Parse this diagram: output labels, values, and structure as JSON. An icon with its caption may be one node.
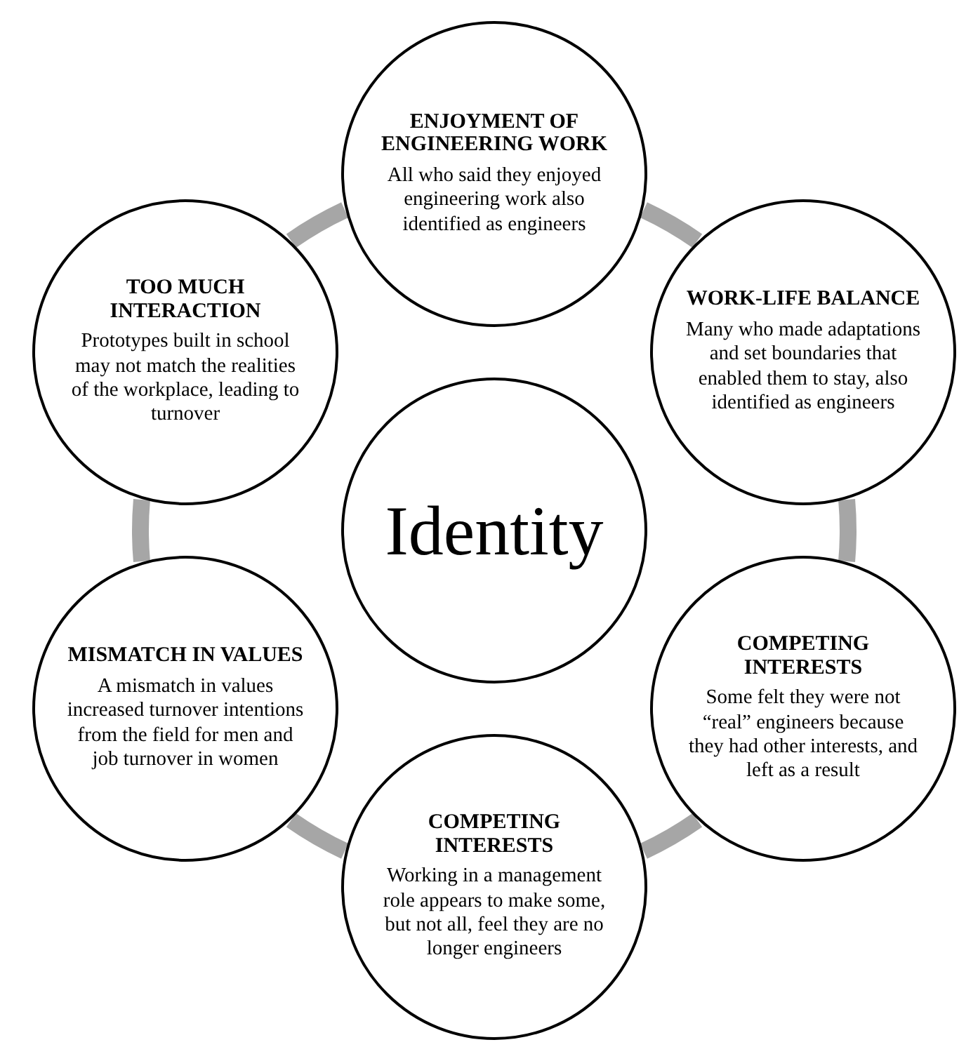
{
  "diagram": {
    "nodes": [
      {
        "text": [
          "ENJOYMENT OF ENGINEERING WORK",
          "All who said they enjoyed engineering work also identified as engineers"
        ]
      },
      {
        "text": [
          "TOO MUCH INTERACTION",
          "Prototypes built in school may not match the realities of the workplace, leading to turnover"
        ]
      },
      {
        "text": [
          "WORK-LIFE BALANCE",
          "Many who made adaptations and set boundaries that enabled them to stay, also identified as engineers"
        ]
      },
      {
        "text": [
          "Identity"
        ]
      },
      {
        "text": [
          "MISMATCH IN VALUES",
          "A mismatch in values increased turnover intentions from the field for men and job turnover in women"
        ]
      },
      {
        "text": [
          "COMPETING INTERESTS",
          "Some felt they were not “real” engineers because they had other interests, and left as a result"
        ]
      },
      {
        "text": [
          "COMPETING INTERESTS",
          "Working in a management role appears to make some, but not all, feel they are no longer engineers"
        ]
      }
    ],
    "edges": [
      {
        "from": 0,
        "to": 2,
        "arrow": "none"
      },
      {
        "from": 2,
        "to": 5,
        "arrow": "none"
      },
      {
        "from": 5,
        "to": 6,
        "arrow": "none"
      },
      {
        "from": 6,
        "to": 4,
        "arrow": "none"
      },
      {
        "from": 4,
        "to": 1,
        "arrow": "none"
      },
      {
        "from": 1,
        "to": 0,
        "arrow": "none"
      }
    ]
  }
}
